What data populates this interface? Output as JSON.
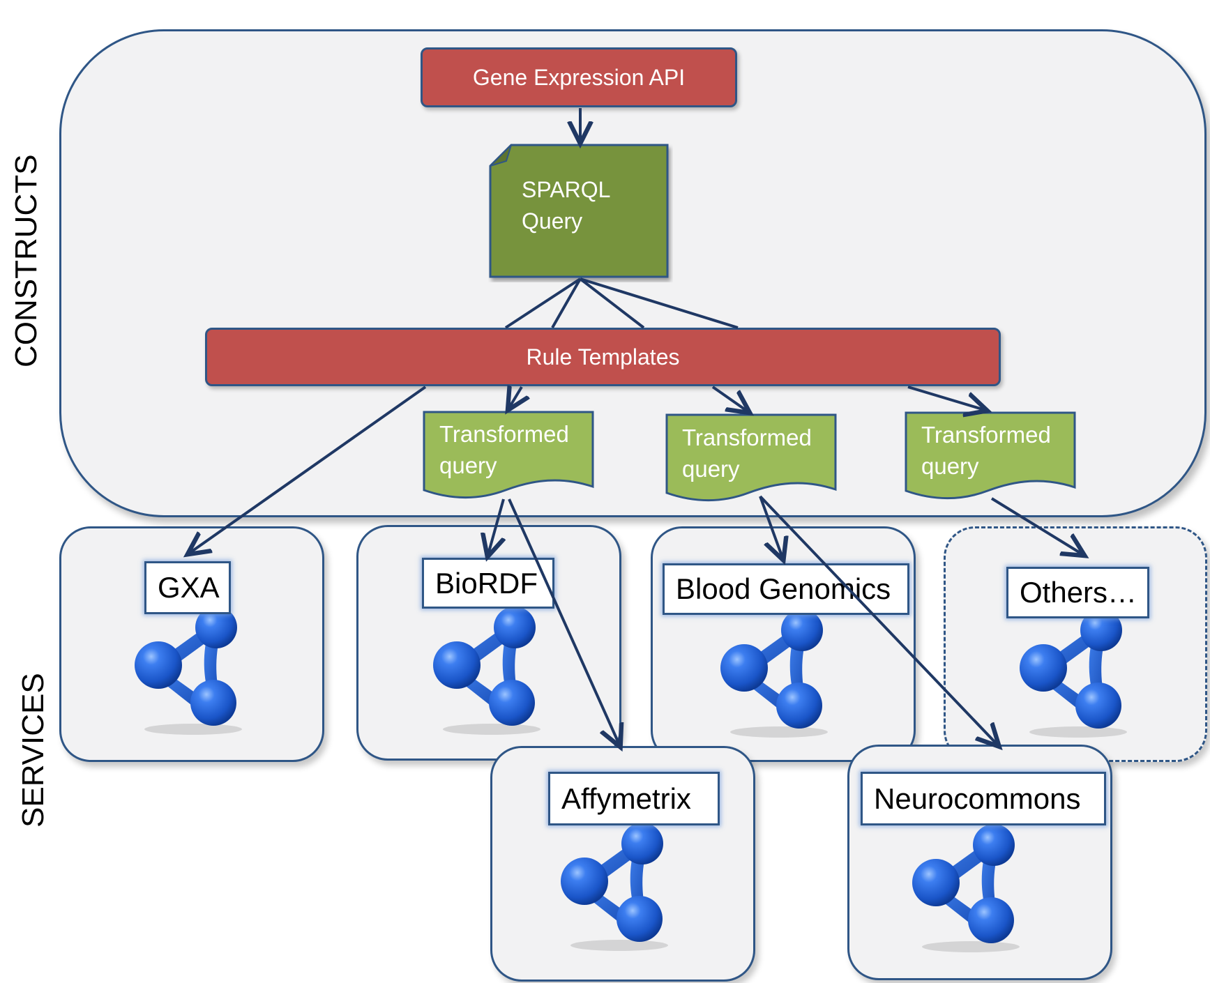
{
  "side_labels": {
    "constructs": "CONSTRUCTS",
    "services": "SERVICES"
  },
  "top_api": "Gene Expression API",
  "sparql_query": {
    "line1": "SPARQL",
    "line2": "Query"
  },
  "rule_templates": "Rule Templates",
  "transformed_queries": [
    {
      "line1": "Transformed",
      "line2": "query"
    },
    {
      "line1": "Transformed",
      "line2": "query"
    },
    {
      "line1": "Transformed",
      "line2": "query"
    }
  ],
  "services": {
    "gxa": "GXA",
    "biordf": "BioRDF",
    "blood_genomics": "Blood Genomics",
    "others": "Others…",
    "affymetrix": "Affymetrix",
    "neurocommons": "Neurocommons"
  },
  "icon": "sparql-endpoint-molecule-icon",
  "colors": {
    "panel_bg": "#f2f2f3",
    "border_blue": "#2f5686",
    "red": "#c0504d",
    "dark_green": "#77933c",
    "light_green": "#9bbb59",
    "molecule_blue": "#1f5fd0"
  }
}
